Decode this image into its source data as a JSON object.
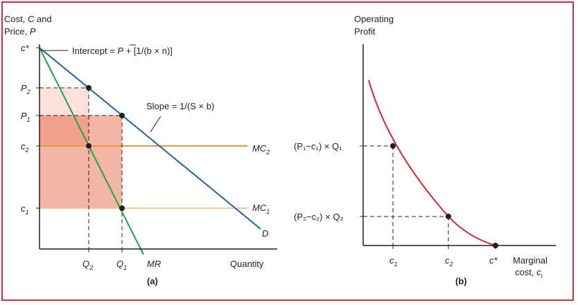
{
  "colors": {
    "demand": "#1f5fa8",
    "marginal_revenue": "#1ea24a",
    "mc_line_high": "#f0963c",
    "mc_line_low": "#f5c99a",
    "profit_curve": "#e41e2a",
    "region_dark": "#f4b6a4",
    "region_light": "#fbe1d9",
    "region_overlap": "#f1a08b",
    "frame": "#c8323c",
    "axis": "#231f20",
    "guide": "#231f20"
  },
  "panel_a": {
    "label": "(a)",
    "y_axis_title_line1_pre": "Cost, ",
    "y_axis_title_line1_var": "C",
    "y_axis_title_line1_post": " and",
    "y_axis_title_line2_pre": "Price, ",
    "y_axis_title_line2_var": "P",
    "x_axis_title": "Quantity",
    "tick_cstar": "c*",
    "tick_p2": "P",
    "tick_p2_sub": "2",
    "tick_p1": "P",
    "tick_p1_sub": "1",
    "tick_c2": "c",
    "tick_c2_sub": "2",
    "tick_c1": "c",
    "tick_c1_sub": "1",
    "tick_q2": "Q",
    "tick_q2_sub": "2",
    "tick_q1": "Q",
    "tick_q1_sub": "1",
    "mr_label": "MR",
    "demand_label": "D",
    "mc2_label": "MC",
    "mc2_sub": "2",
    "mc1_label": "MC",
    "mc1_sub": "1",
    "intercept_annotation_pre": "Intercept = ",
    "intercept_annotation_pbar": "P",
    "intercept_annotation_post": " + [1/(b × n)]",
    "slope_annotation": "Slope = 1/(S × b)"
  },
  "panel_b": {
    "label": "(b)",
    "y_axis_title_line1": "Operating",
    "y_axis_title_line2": "Profit",
    "x_axis_title_line1": "Marginal",
    "x_axis_title_line2_pre": "cost, ",
    "x_axis_title_line2_var": "c",
    "x_axis_title_line2_sub": "i",
    "tick_c1": "c",
    "tick_c1_sub": "1",
    "tick_c2": "c",
    "tick_c2_sub": "2",
    "tick_cstar": "c*",
    "profit1_label": "(P₁−c₁) × Q₁",
    "profit2_label": "(P₂−c₂) × Q₂"
  }
}
